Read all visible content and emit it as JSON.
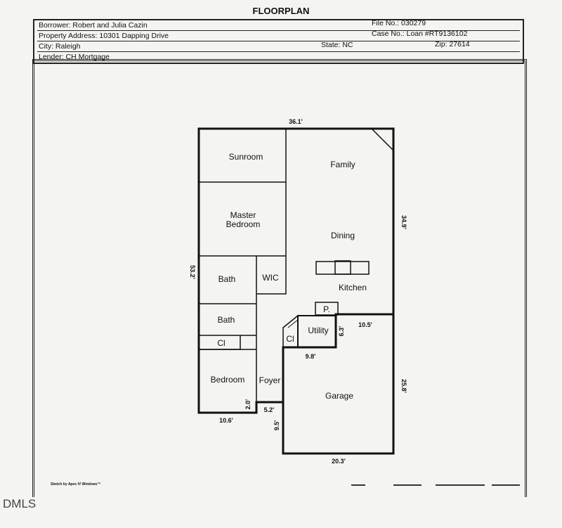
{
  "title": "FLOORPLAN",
  "header": {
    "borrower": "Borrower: Robert and Julia Cazin",
    "file_no": "File No.:  030279",
    "property_address": "Property Address: 10301 Dapping Drive",
    "case_no": "Case No.: Loan #RT9136102",
    "city": "City: Raleigh",
    "state": "State: NC",
    "zip": "Zip: 27614",
    "lender": "Lender: CH Mortgage"
  },
  "rooms": {
    "sunroom": "Sunroom",
    "master_line1": "Master",
    "master_line2": "Bedroom",
    "family": "Family",
    "dining": "Dining",
    "kitchen": "Kitchen",
    "bath1": "Bath",
    "wic": "WIC",
    "bath2": "Bath",
    "closet1": "Cl",
    "closet2": "Cl",
    "pantry": "P.",
    "utility": "Utility",
    "bedroom": "Bedroom",
    "foyer": "Foyer",
    "garage": "Garage"
  },
  "dimensions": {
    "top": "36.1'",
    "left": "53.2'",
    "right_upper": "34.9'",
    "garage_top": "10.5'",
    "utility_side": "6.3'",
    "utility_bottom": "9.8'",
    "garage_right": "25.8'",
    "bedroom_step": "2.0'",
    "foyer_bottom": "5.2'",
    "bedroom_bottom": "10.6'",
    "garage_left": "9.5'",
    "garage_bottom": "20.3'"
  },
  "footer": {
    "sketch_credit": "Sketch by Apex IV Windows™",
    "watermark": "DMLS"
  }
}
